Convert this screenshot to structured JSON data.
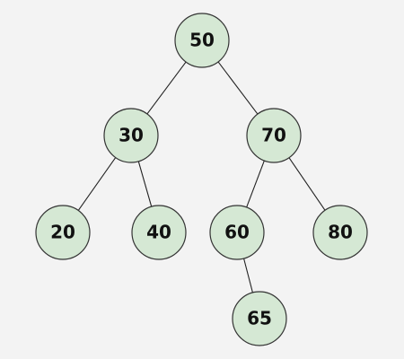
{
  "colors": {
    "background": "#f3f3f3",
    "node_fill": "#d5e8d4",
    "node_stroke": "#333333",
    "edge": "#222222",
    "text": "#111111"
  },
  "nodes": [
    {
      "id": "n50",
      "label": "50"
    },
    {
      "id": "n30",
      "label": "30"
    },
    {
      "id": "n70",
      "label": "70"
    },
    {
      "id": "n20",
      "label": "20"
    },
    {
      "id": "n40",
      "label": "40"
    },
    {
      "id": "n60",
      "label": "60"
    },
    {
      "id": "n80",
      "label": "80"
    },
    {
      "id": "n65",
      "label": "65"
    }
  ],
  "edges": [
    {
      "from": "n50",
      "to": "n30"
    },
    {
      "from": "n50",
      "to": "n70"
    },
    {
      "from": "n30",
      "to": "n20"
    },
    {
      "from": "n30",
      "to": "n40"
    },
    {
      "from": "n70",
      "to": "n60"
    },
    {
      "from": "n70",
      "to": "n80"
    },
    {
      "from": "n60",
      "to": "n65"
    }
  ]
}
